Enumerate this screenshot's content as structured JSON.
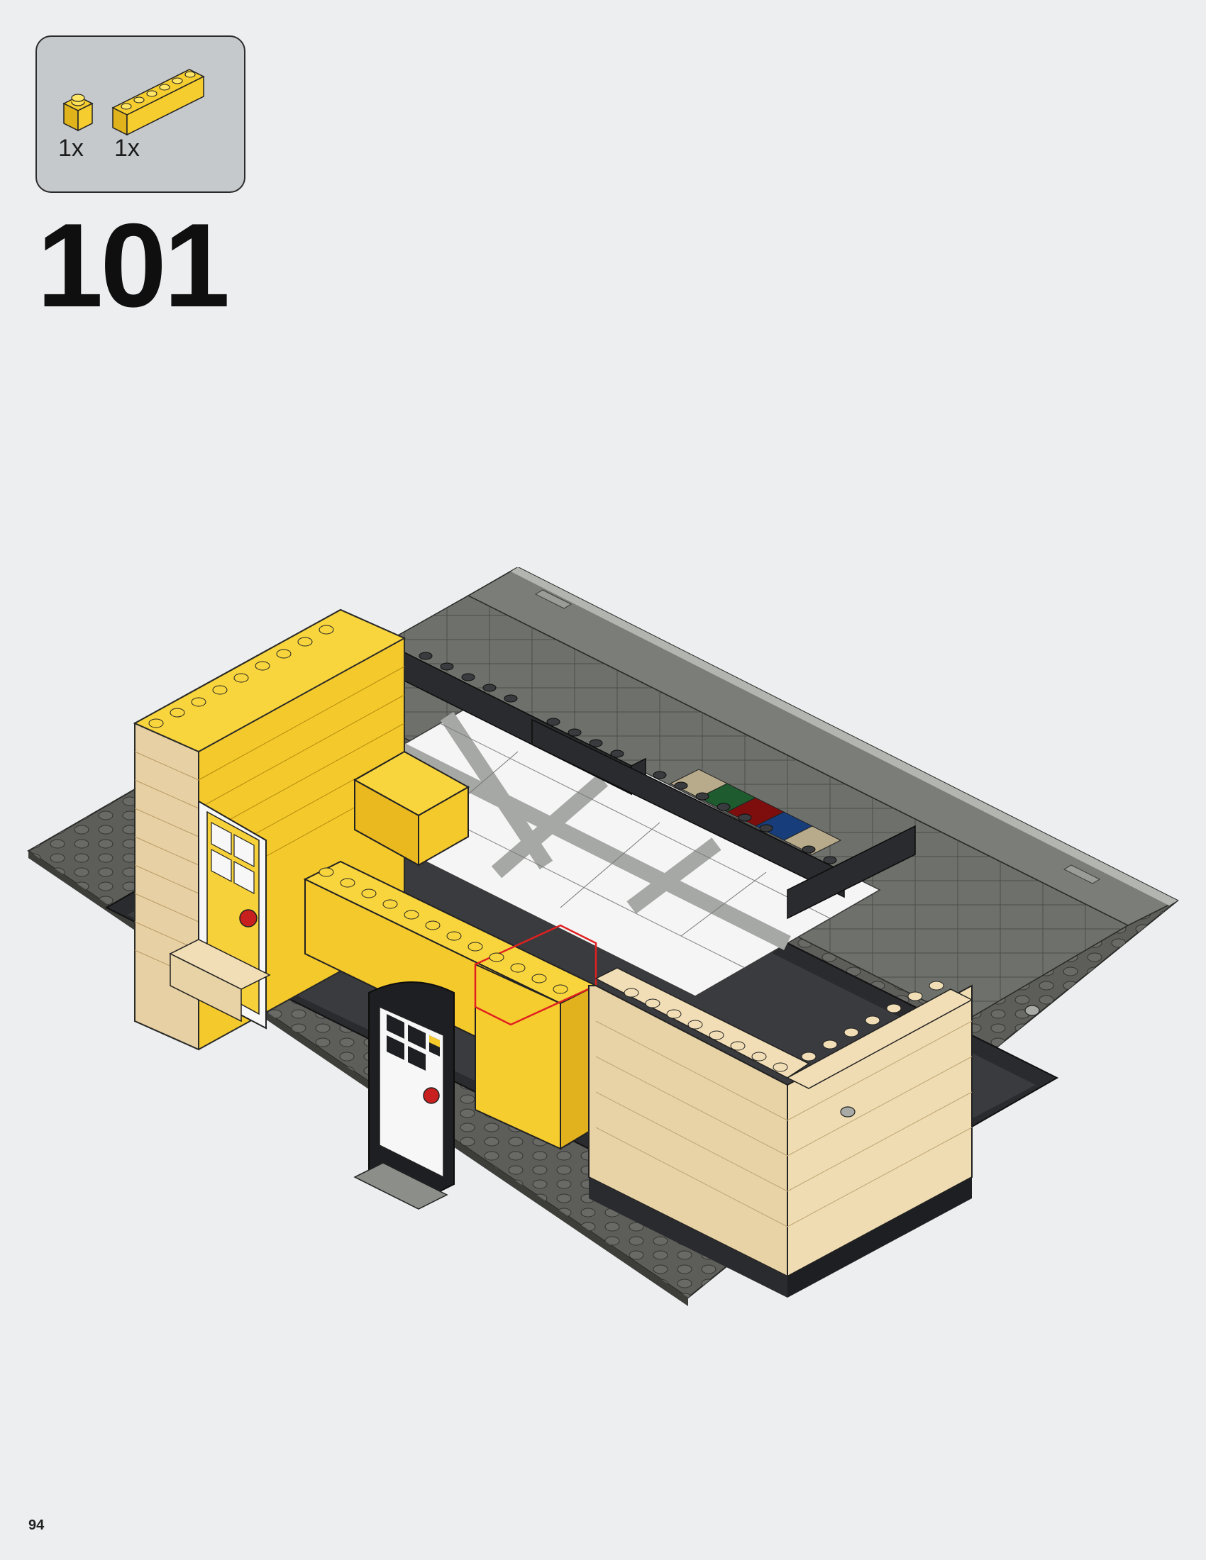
{
  "parts": [
    {
      "icon": "yellow-1x1-brick-icon",
      "qty": "1x",
      "color": "#f5cd2f"
    },
    {
      "icon": "yellow-1x6-brick-icon",
      "qty": "1x",
      "color": "#f5cd2f"
    }
  ],
  "step": {
    "number": "101"
  },
  "page": {
    "number": "94"
  },
  "colors": {
    "background": "#eceef0",
    "callout": "#c6c9cc",
    "yellow": "#f5cd2f",
    "tan": "#e8d0a0",
    "dark_gray": "#5a5b57",
    "black": "#1e1f22",
    "white": "#f7f7f7",
    "red": "#c8201e",
    "green": "#1e5b2e",
    "blue": "#173d7a",
    "highlight": "#e02020"
  }
}
